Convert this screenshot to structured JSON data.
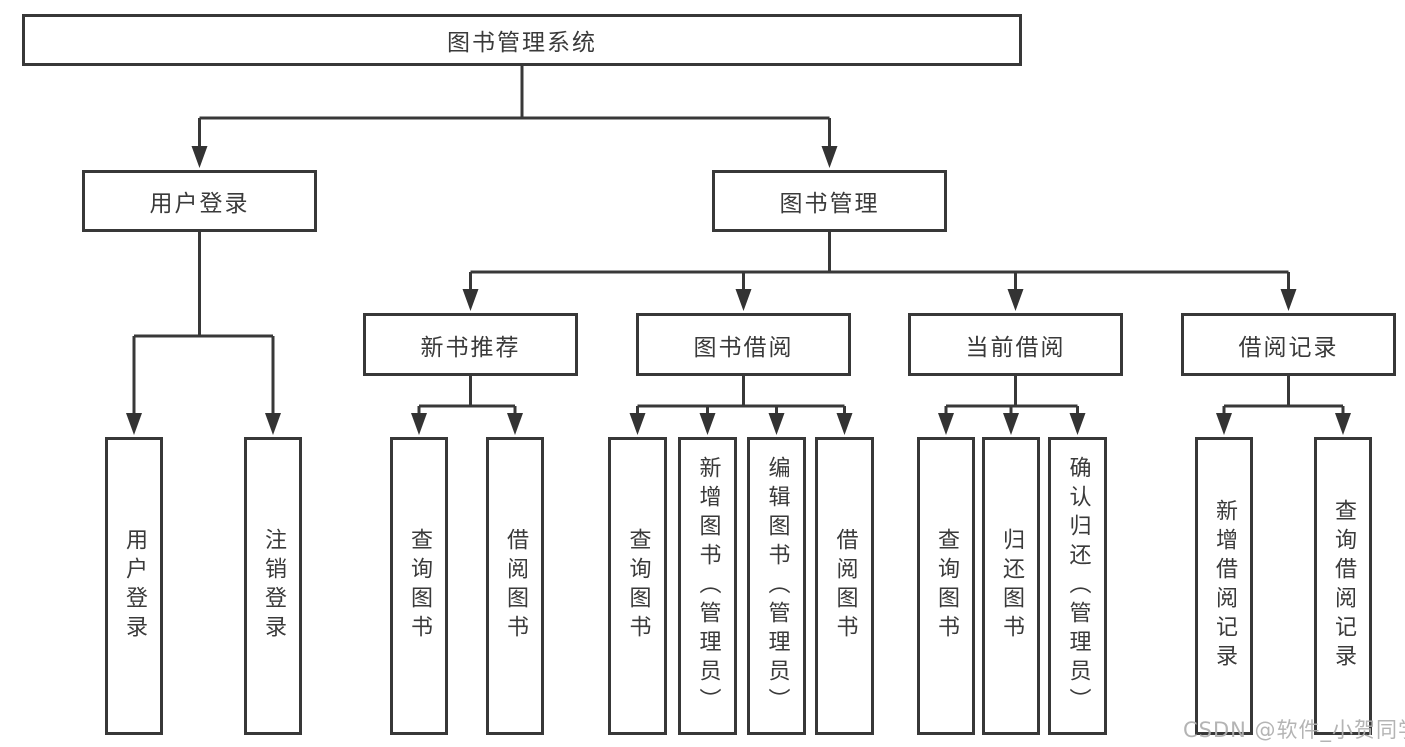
{
  "diagram": {
    "title_node": {
      "label": "图书管理系统"
    },
    "level2": [
      {
        "id": "user-login",
        "label": "用户登录"
      },
      {
        "id": "book-management",
        "label": "图书管理"
      }
    ],
    "level3": [
      {
        "id": "new-book-recommendation",
        "label": "新书推荐",
        "parent": "图书管理"
      },
      {
        "id": "book-borrowing",
        "label": "图书借阅",
        "parent": "图书管理"
      },
      {
        "id": "current-borrowing",
        "label": "当前借阅",
        "parent": "图书管理"
      },
      {
        "id": "borrowing-records",
        "label": "借阅记录",
        "parent": "图书管理"
      }
    ],
    "leaves": [
      {
        "label": "用户登录",
        "parent": "用户登录"
      },
      {
        "label": "注销登录",
        "parent": "用户登录"
      },
      {
        "label": "查询图书",
        "parent": "新书推荐"
      },
      {
        "label": "借阅图书",
        "parent": "新书推荐"
      },
      {
        "label": "查询图书",
        "parent": "图书借阅"
      },
      {
        "label": "新增图书（管理员）",
        "parent": "图书借阅"
      },
      {
        "label": "编辑图书（管理员）",
        "parent": "图书借阅"
      },
      {
        "label": "借阅图书",
        "parent": "图书借阅"
      },
      {
        "label": "查询图书",
        "parent": "当前借阅"
      },
      {
        "label": "归还图书",
        "parent": "当前借阅"
      },
      {
        "label": "确认归还（管理员）",
        "parent": "当前借阅"
      },
      {
        "label": "新增借阅记录",
        "parent": "借阅记录"
      },
      {
        "label": "查询借阅记录",
        "parent": "借阅记录"
      }
    ],
    "colors": {
      "line": "#383838",
      "arrow": "#333333",
      "text": "#3a3a3a",
      "box_fill": "#ffffff",
      "background": "#ffffff",
      "watermark": "#b1b1b1"
    }
  },
  "watermark": {
    "text": "CSDN @软件_小贺同学"
  }
}
